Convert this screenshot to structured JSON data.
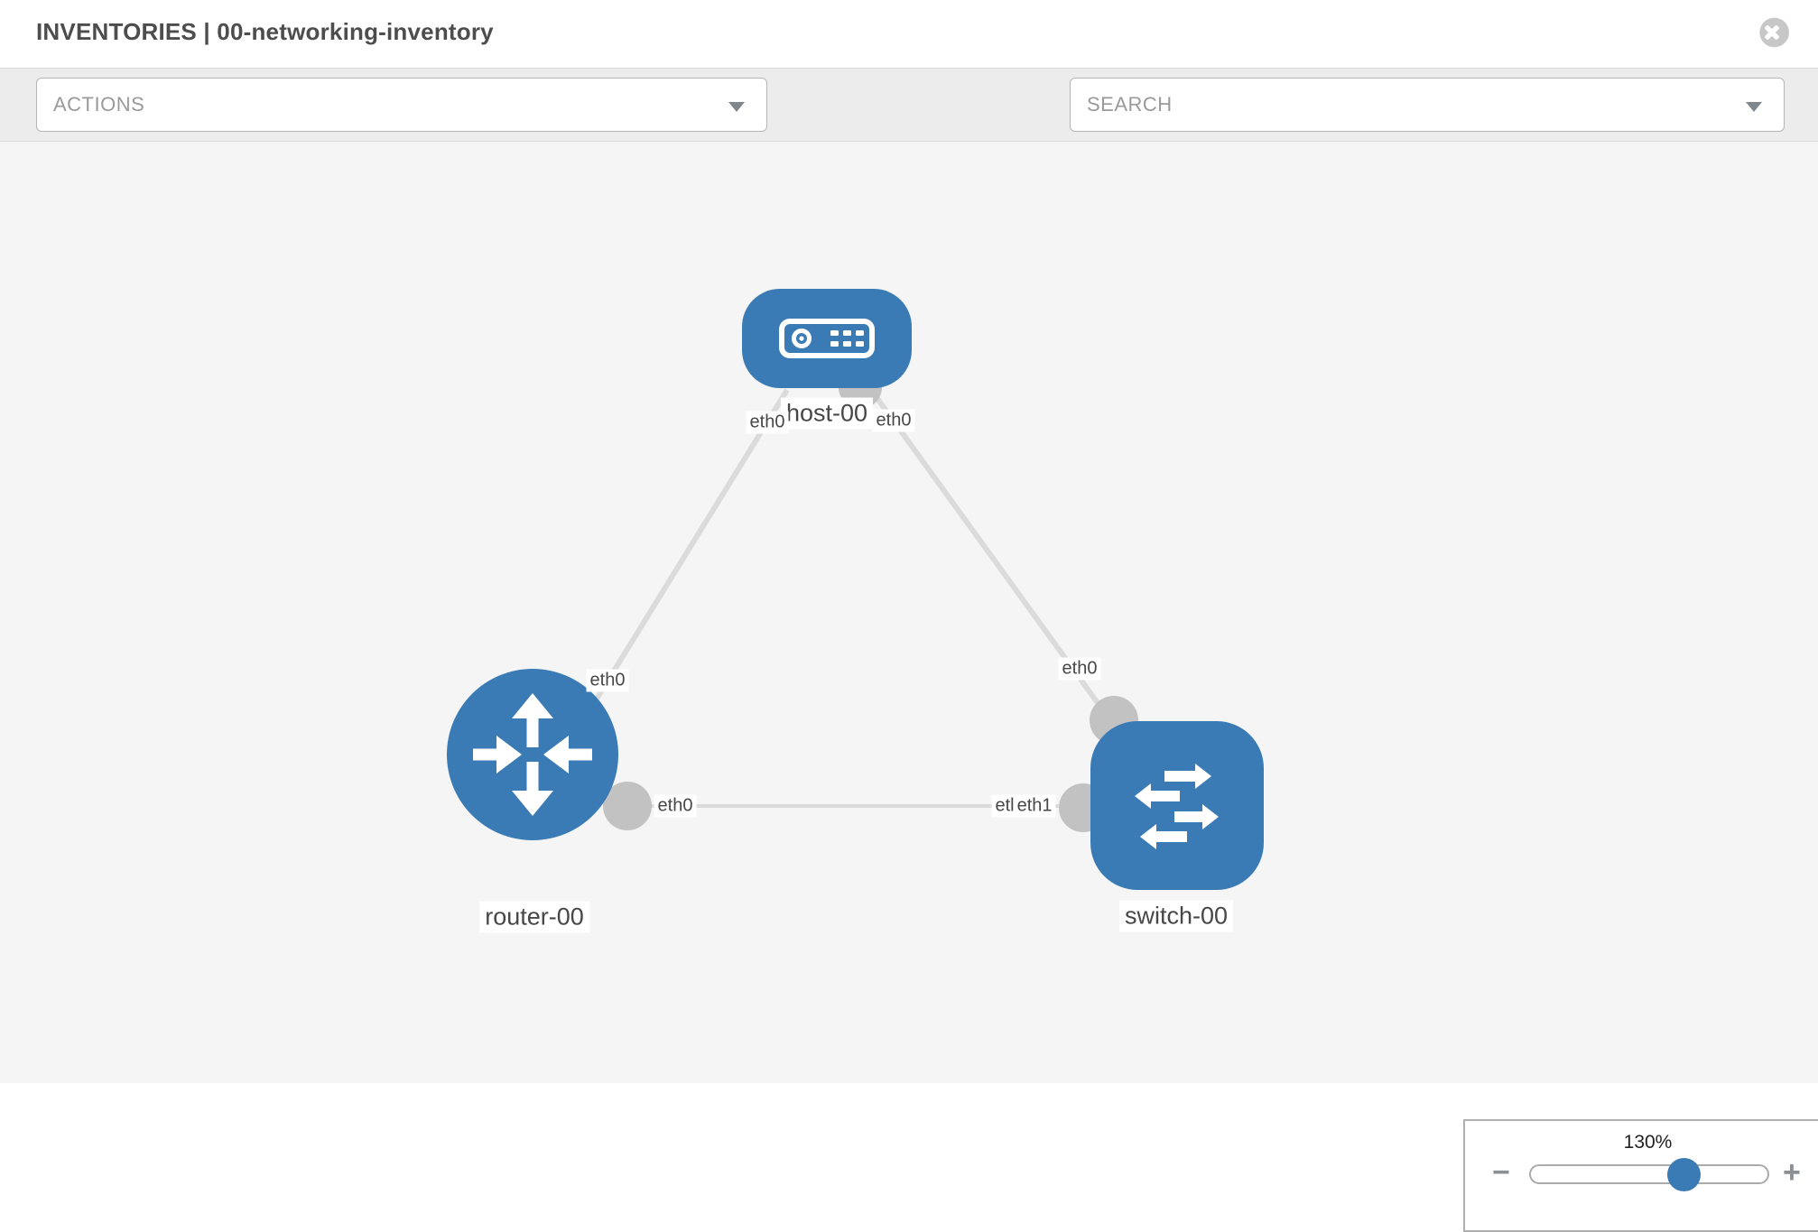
{
  "header": {
    "title": "INVENTORIES | 00-networking-inventory"
  },
  "toolbar": {
    "actions_label": "ACTIONS",
    "search_placeholder": "SEARCH"
  },
  "canvas": {
    "nodes": [
      {
        "id": "host-00",
        "type": "host",
        "label": "host-00"
      },
      {
        "id": "router-00",
        "type": "router",
        "label": "router-00"
      },
      {
        "id": "switch-00",
        "type": "switch",
        "label": "switch-00"
      }
    ],
    "links": [
      {
        "from": "host-00",
        "to": "router-00",
        "from_label": "eth0",
        "to_label": "eth0"
      },
      {
        "from": "host-00",
        "to": "switch-00",
        "from_label": "eth0",
        "to_label": "eth0"
      },
      {
        "from": "router-00",
        "to": "switch-00",
        "from_label": "eth0",
        "to_label": "eth1",
        "overlapped_label_fragment": "etl"
      }
    ],
    "colors": {
      "node_blue": "#3b7bb5",
      "edge_gray": "#dbdbdb",
      "port_gray": "#c2c2c2",
      "canvas_bg": "#f5f5f5"
    }
  },
  "zoom_control": {
    "percent": "130%",
    "minus_label": "−",
    "plus_label": "+"
  }
}
